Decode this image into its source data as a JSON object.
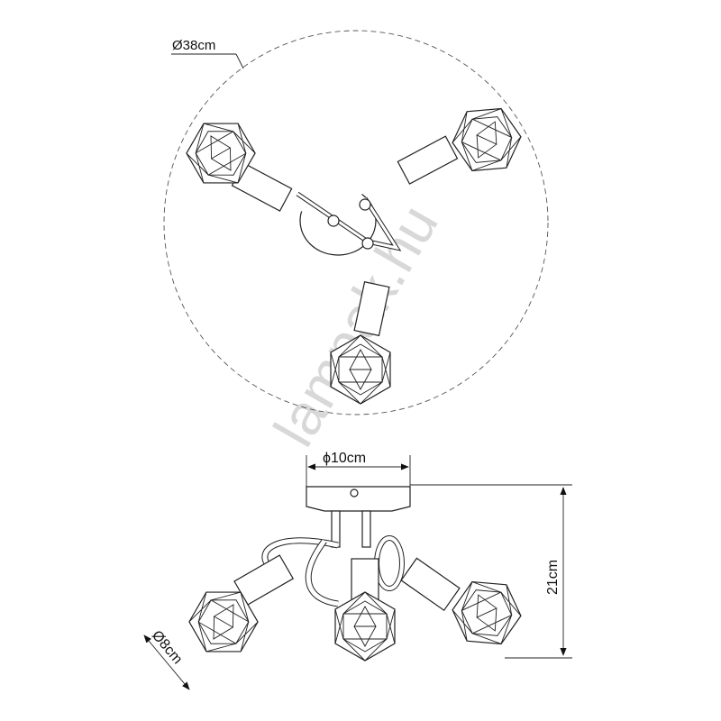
{
  "watermark": "lampak.hu",
  "top_view": {
    "diameter_label": "Ø38cm"
  },
  "side_view": {
    "canopy_label": "ϕ10cm",
    "height_label": "21cm",
    "shade_label": "Ø8cm"
  }
}
